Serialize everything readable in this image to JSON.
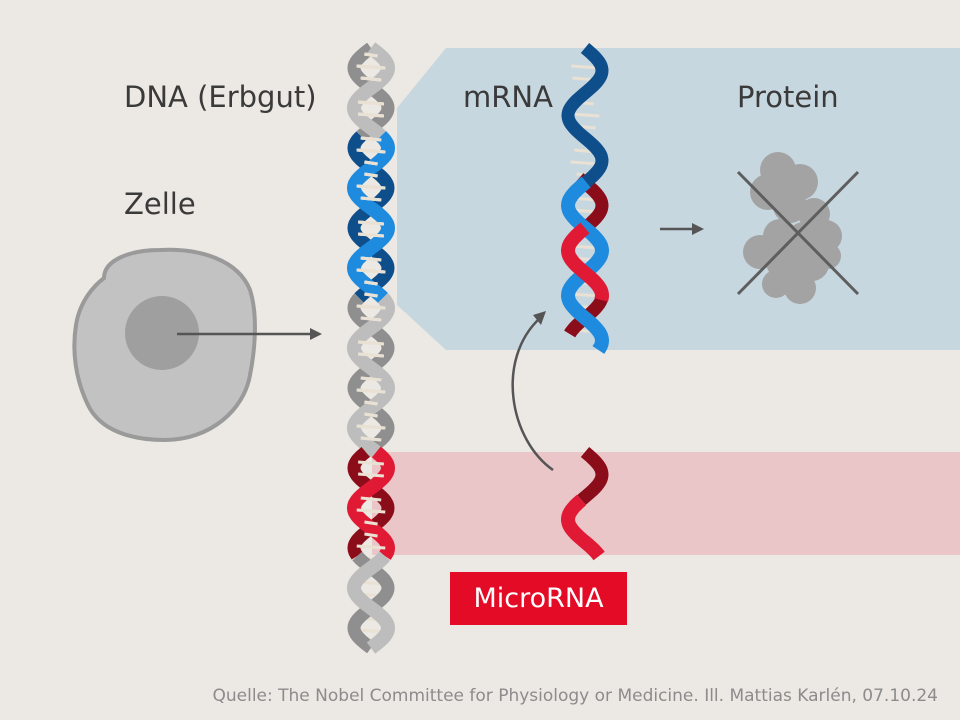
{
  "labels": {
    "dna": "DNA (Erbgut)",
    "mrna": "mRNA",
    "protein": "Protein",
    "cell": "Zelle",
    "microrna": "MicroRNA"
  },
  "source": "Quelle: The Nobel Committee for Physiology or Medicine. Ill. Mattias Karlén, 07.10.24",
  "colors": {
    "background": "#ece8e3",
    "mrna_band": "#c7d7e0",
    "microrna_band": "#ebc6c8",
    "badge": "#e30b25",
    "blue_strand": "#1f8bdf",
    "blue_strand_dark": "#0e4e8a",
    "red_strand": "#e01a35",
    "red_strand_dark": "#8c0d1a",
    "grey_strand": "#bdbdbd",
    "grey_strand_dark": "#8f8f8f",
    "cell": "#c2c2c2",
    "nucleus": "#9f9f9f",
    "protein": "#a3a3a3",
    "arrow": "#555555"
  },
  "icons": {
    "cell": "cell-icon",
    "protein": "protein-blob-icon",
    "crossed_out": "cross-out-icon"
  }
}
